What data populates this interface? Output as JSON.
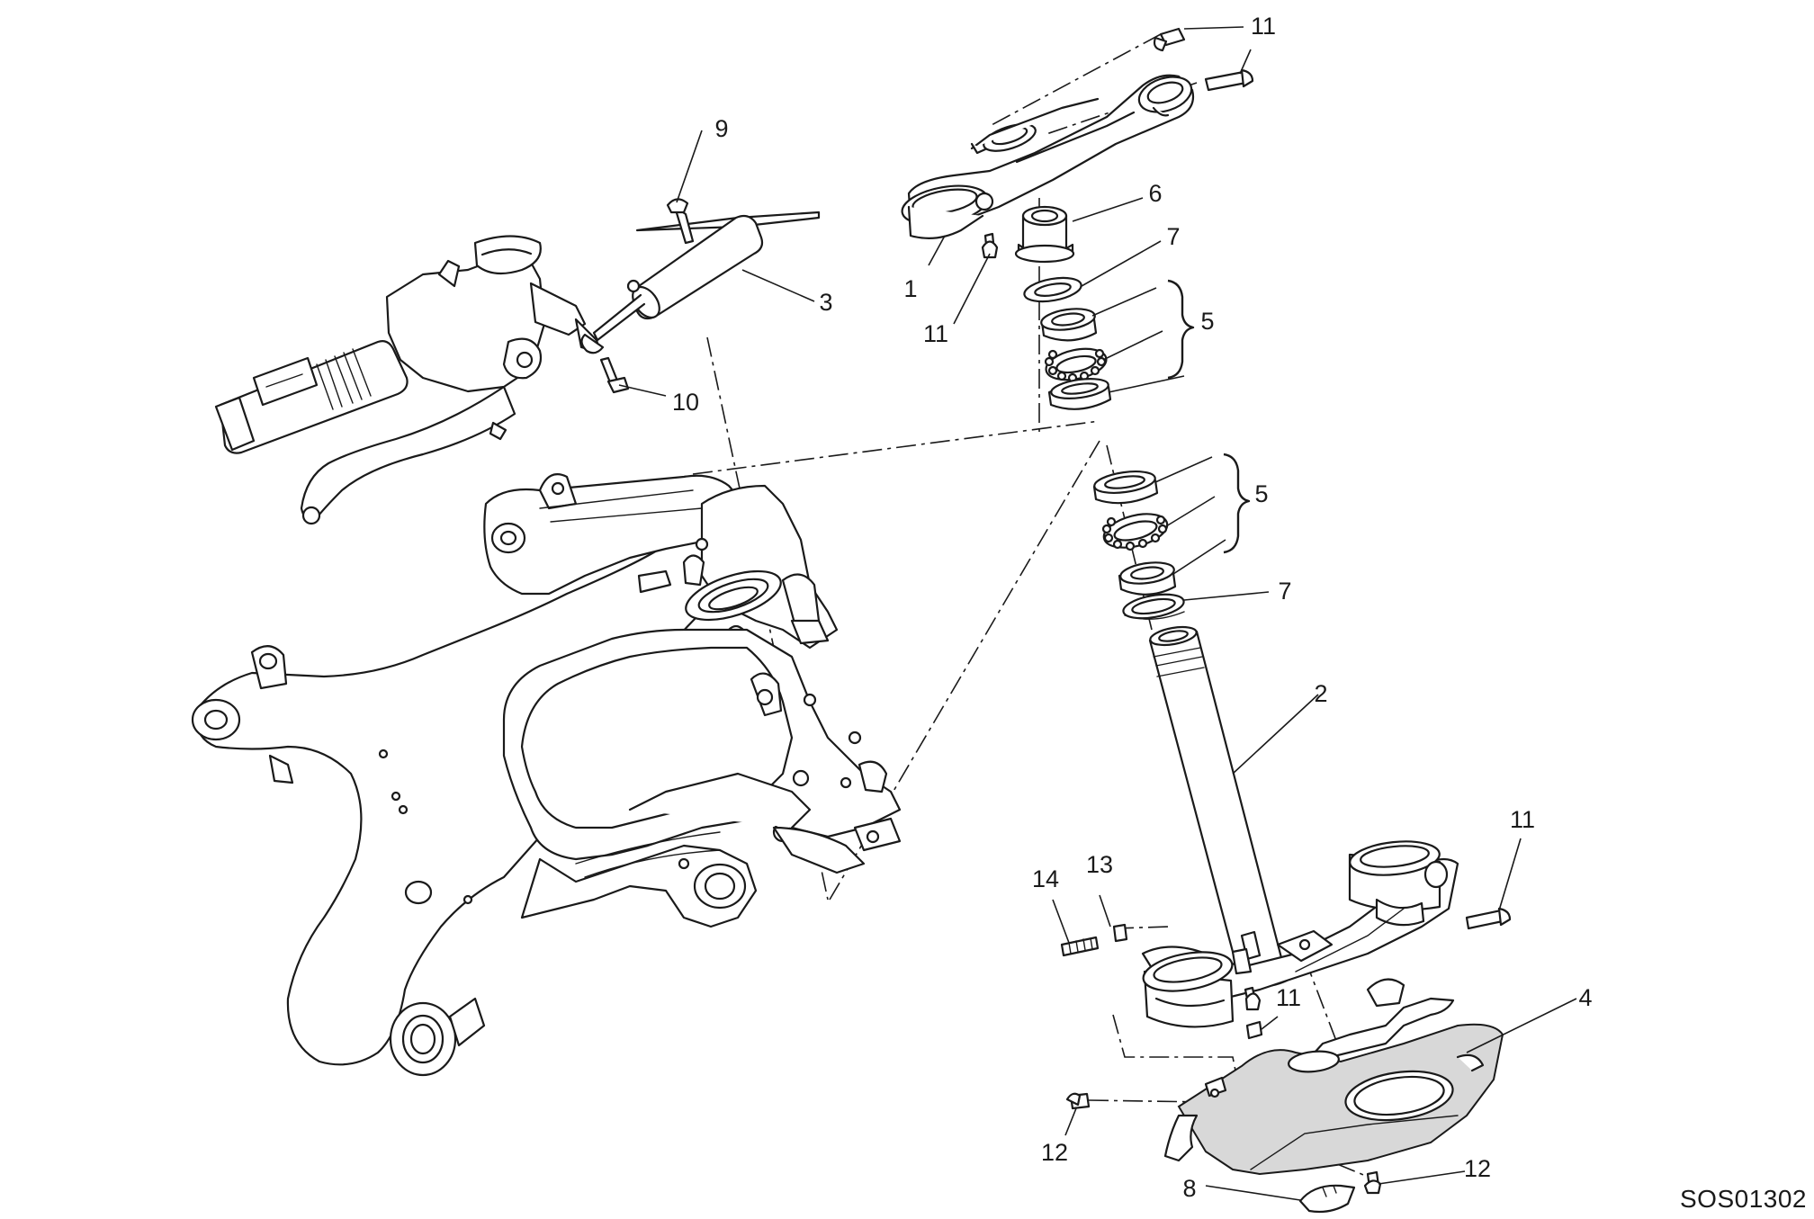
{
  "diagram": {
    "drawing_code": "SOS01302",
    "callouts": {
      "top_yoke": "1",
      "steering_tube": "2",
      "steering_damper": "3",
      "lower_plate": "4",
      "bearing_upper": "5",
      "bearing_lower": "5",
      "top_nut": "6",
      "seal_upper": "7",
      "seal_lower": "7",
      "cap": "8",
      "damper_screw": "9",
      "damper_bolt": "10",
      "yoke_screw_top_a": "11",
      "yoke_screw_top_b": "11",
      "yoke_screw_under": "11",
      "lower_yoke_screw_right": "11",
      "lower_yoke_screw_bottom": "11",
      "plate_screw_left": "12",
      "plate_screw_bottom": "12",
      "spacer": "13",
      "stud": "14"
    }
  }
}
